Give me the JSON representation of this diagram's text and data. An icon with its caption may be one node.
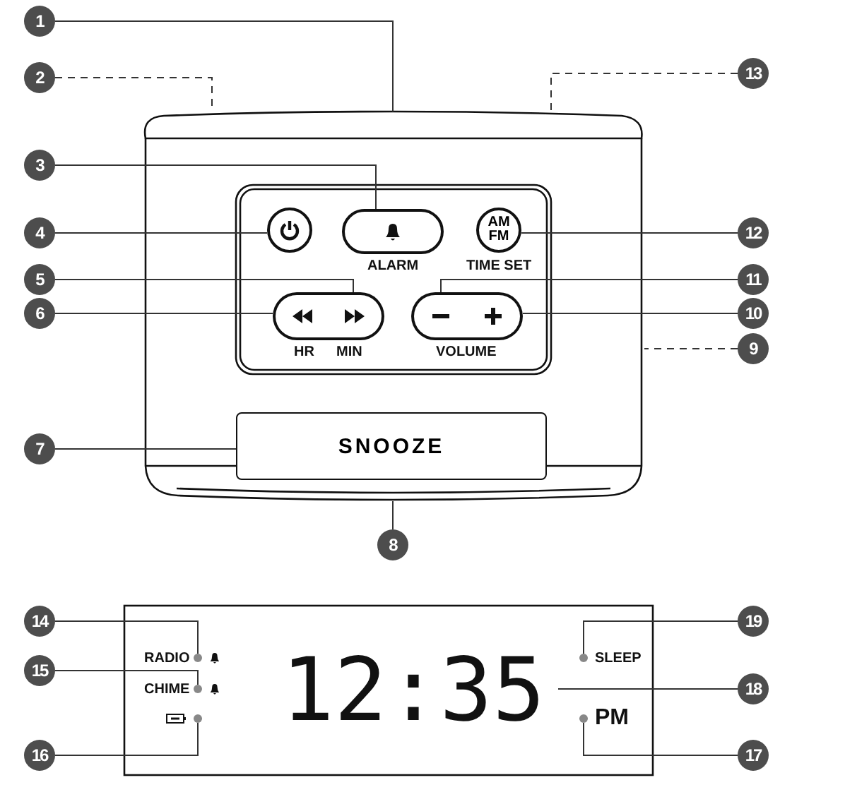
{
  "diagram": {
    "nodes": [
      {
        "text": [
          "1"
        ]
      },
      {
        "text": [
          "2"
        ]
      },
      {
        "text": [
          "3"
        ]
      },
      {
        "text": [
          "4"
        ]
      },
      {
        "text": [
          "5"
        ]
      },
      {
        "text": [
          "6"
        ]
      },
      {
        "text": [
          "7"
        ]
      },
      {
        "text": [
          "8"
        ]
      },
      {
        "text": [
          "9"
        ]
      },
      {
        "text": [
          "10"
        ]
      },
      {
        "text": [
          "11"
        ]
      },
      {
        "text": [
          "12"
        ]
      },
      {
        "text": [
          "13"
        ]
      },
      {
        "text": [
          "14"
        ]
      },
      {
        "text": [
          "15"
        ]
      },
      {
        "text": [
          "16"
        ]
      },
      {
        "text": [
          "17"
        ]
      },
      {
        "text": [
          "18"
        ]
      },
      {
        "text": [
          "19"
        ]
      },
      {
        "text": [],
        "shape": "circle"
      },
      {
        "text": [],
        "shape": "box"
      },
      {
        "text": [
          "AM FM"
        ]
      },
      {
        "text": [],
        "shape": "box"
      },
      {
        "text": [],
        "shape": "box"
      },
      {
        "text": [],
        "shape": "box"
      },
      {
        "text": [],
        "shape": "box"
      },
      {
        "text": [
          "SNOOZE"
        ]
      },
      {
        "text": [
          "12:35"
        ]
      },
      {
        "text": [],
        "shape": "circle"
      },
      {
        "text": [],
        "shape": "circle"
      },
      {
        "text": [],
        "shape": "circle"
      },
      {
        "text": [],
        "shape": "circle"
      },
      {
        "text": [],
        "shape": "circle"
      }
    ],
    "edges": [
      {
        "from": 0,
        "to": null,
        "arrow": "none"
      },
      {
        "from": 1,
        "to": null,
        "arrow": "none",
        "style": "dashed"
      },
      {
        "from": 2,
        "to": 20,
        "arrow": "none"
      },
      {
        "from": 3,
        "to": 19,
        "arrow": "none"
      },
      {
        "from": 4,
        "to": 23,
        "arrow": "none"
      },
      {
        "from": 5,
        "to": 22,
        "arrow": "none"
      },
      {
        "from": 6,
        "to": 26,
        "arrow": "none"
      },
      {
        "from": 7,
        "to": null,
        "arrow": "none"
      },
      {
        "from": 8,
        "to": null,
        "arrow": "none",
        "style": "dashed"
      },
      {
        "from": 9,
        "to": 25,
        "arrow": "none"
      },
      {
        "from": 10,
        "to": 24,
        "arrow": "none"
      },
      {
        "from": 11,
        "to": 21,
        "arrow": "none"
      },
      {
        "from": 12,
        "to": null,
        "arrow": "none",
        "style": "dashed"
      },
      {
        "from": 13,
        "to": 28,
        "arrow": "none"
      },
      {
        "from": 14,
        "to": 30,
        "arrow": "none"
      },
      {
        "from": 15,
        "to": 31,
        "arrow": "none"
      },
      {
        "from": 16,
        "to": 32,
        "arrow": "none"
      },
      {
        "from": 17,
        "to": 27,
        "arrow": "none"
      },
      {
        "from": 18,
        "to": 29,
        "arrow": "none"
      }
    ],
    "labels": [
      "ALARM",
      "TIME SET",
      "HR",
      "MIN",
      "VOLUME",
      "RADIO",
      "SLEEP",
      "CHIME",
      "PM"
    ]
  }
}
